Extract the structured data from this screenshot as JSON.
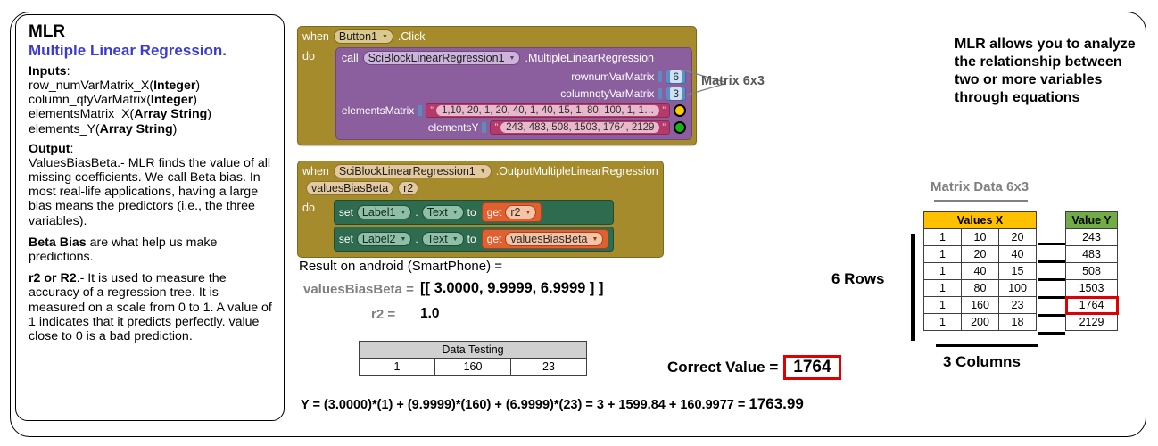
{
  "left_panel": {
    "title": "MLR",
    "subtitle": "Multiple Linear Regression.",
    "inputs_heading": "Inputs",
    "inputs_colon": ":",
    "input_lines": [
      "row_numVarMatrix_X(Integer)",
      "column_qtyVarMatrix(Integer)",
      "elementsMatrix_X(Array String)",
      "elements_Y(Array String)"
    ],
    "output_heading": "Output",
    "output_text": "ValuesBiasBeta.- MLR finds the value of all missing coefficients. We call Beta bias. In most real-life applications, having a large bias means the predictors (i.e., the three variables).",
    "beta_bias_heading": "Beta Bias",
    "beta_bias_text": " are what help us make predictions.",
    "r2_heading": "r2 or R2",
    "r2_text": ".- It is used to measure the accuracy of a regression tree. It is measured on a scale from 0 to 1. A value of 1 indicates that it predicts perfectly. value close to 0 is a bad prediction."
  },
  "blocks": {
    "group1": {
      "when": "when",
      "component": "Button1",
      "event": ".Click",
      "do": "do",
      "call": "call",
      "call_component": "SciBlockLinearRegression1",
      "call_method": ".MultipleLinearRegression",
      "args": [
        {
          "label": "rownumVarMatrix",
          "type": "number",
          "value": "6"
        },
        {
          "label": "columnqtyVarMatrix",
          "type": "number",
          "value": "3"
        },
        {
          "label": "elementsMatrix",
          "type": "text",
          "value": "1,10, 20, 1, 20, 40, 1, 40, 15, 1, 80, 100, 1, 1…",
          "status": "warning"
        },
        {
          "label": "elementsY",
          "type": "text",
          "value": "243, 483, 508, 1503, 1764, 2129",
          "status": "ok"
        }
      ]
    },
    "group2": {
      "when": "when",
      "component": "SciBlockLinearRegression1",
      "event": ".OutputMultipleLinearRegression",
      "params": [
        "valuesBiasBeta",
        "r2"
      ],
      "do": "do",
      "statements": [
        {
          "set": "set",
          "target": "Label1",
          "property": "Text",
          "to": "to",
          "get": "get",
          "value": "r2"
        },
        {
          "set": "set",
          "target": "Label2",
          "property": "Text",
          "to": "to",
          "get": "get",
          "value": "valuesBiasBeta"
        }
      ]
    }
  },
  "callout": {
    "matrix_label": "Matrix 6x3"
  },
  "results": {
    "result_line": "Result on android (SmartPhone)  =",
    "vbb_label": "valuesBiasBeta =",
    "vbb_value": "[[ 3.0000, 9.9999, 6.9999 ] ]",
    "r2_label": "r2 =",
    "r2_value": "1.0"
  },
  "data_testing": {
    "header": "Data Testing",
    "row": [
      "1",
      "160",
      "23"
    ]
  },
  "equation": {
    "text": "Y = (3.0000)*(1) + (9.9999)*(160) + (6.9999)*(23) =  3 + 1599.84 + 160.9977  = ",
    "result": "1763.99"
  },
  "correct_value": {
    "label": "Correct Value =",
    "value": "1764"
  },
  "annotations": {
    "rows_label": "6 Rows",
    "columns_label": "3 Columns",
    "right_text": "MLR allows you to analyze the relationship between two or more variables through equations"
  },
  "matrix_data": {
    "title": "Matrix Data 6x3",
    "x_header": "Values X",
    "y_header": "Value Y",
    "rows": [
      {
        "x": [
          "1",
          "10",
          "20"
        ],
        "y": "243",
        "highlight": false
      },
      {
        "x": [
          "1",
          "20",
          "40"
        ],
        "y": "483",
        "highlight": false
      },
      {
        "x": [
          "1",
          "40",
          "15"
        ],
        "y": "508",
        "highlight": false
      },
      {
        "x": [
          "1",
          "80",
          "100"
        ],
        "y": "1503",
        "highlight": false
      },
      {
        "x": [
          "1",
          "160",
          "23"
        ],
        "y": "1764",
        "highlight": true
      },
      {
        "x": [
          "1",
          "200",
          "18"
        ],
        "y": "2129",
        "highlight": false
      }
    ]
  },
  "colors": {
    "event_block": "#A58B2B",
    "call_block": "#8B5F9E",
    "text_block": "#B5396B",
    "number_block": "#5B8DC8",
    "set_block": "#2E6B4F",
    "get_block": "#E06030",
    "values_x_header": "#FFC000",
    "value_y_header": "#70AD47",
    "highlight": "#E00000",
    "subtitle": "#3B3BD1",
    "muted": "#808080"
  }
}
